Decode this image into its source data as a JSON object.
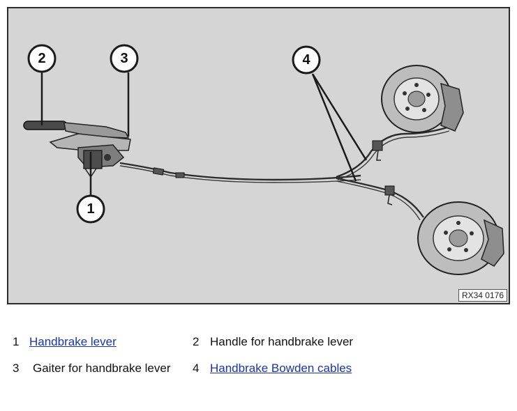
{
  "diagram": {
    "reference_code": "RX34 0176",
    "callouts": [
      "1",
      "2",
      "3",
      "4"
    ]
  },
  "legend": [
    {
      "number": "1",
      "label": "Handbrake lever",
      "link": true
    },
    {
      "number": "2",
      "label": "Handle for handbrake lever",
      "link": false
    },
    {
      "number": "3",
      "label": "Gaiter for handbrake lever",
      "link": false
    },
    {
      "number": "4",
      "label": "Handbrake Bowden cables",
      "link": true
    }
  ],
  "colors": {
    "diagram_background": "#d5d5d5",
    "link": "#1a34a8"
  }
}
